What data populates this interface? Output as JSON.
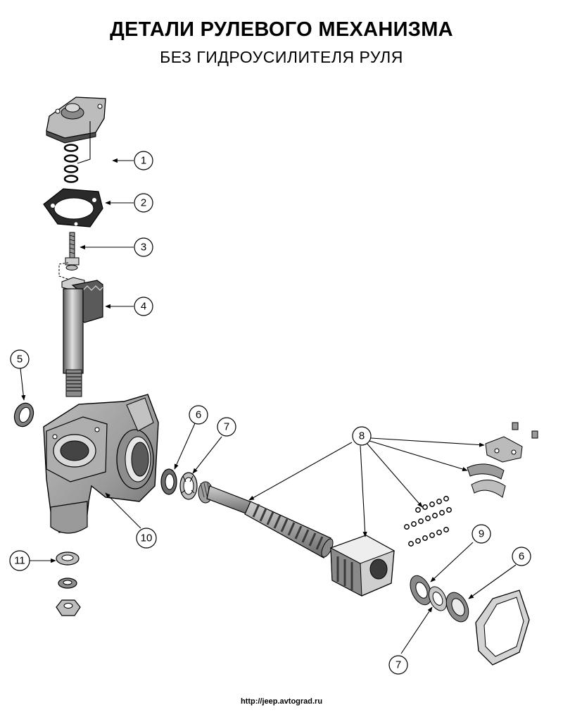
{
  "header": {
    "title": "ДЕТАЛИ РУЛЕВОГО МЕХАНИЗМА",
    "subtitle": "БЕЗ ГИДРОУСИЛИТЕЛЯ РУЛЯ"
  },
  "footer": {
    "url": "http://jeep.avtograd.ru"
  },
  "callouts": [
    {
      "label": "1"
    },
    {
      "label": "2"
    },
    {
      "label": "3"
    },
    {
      "label": "4"
    },
    {
      "label": "5"
    },
    {
      "label": "6"
    },
    {
      "label": "7"
    },
    {
      "label": "8"
    },
    {
      "label": "9"
    },
    {
      "label": "6"
    },
    {
      "label": "7"
    },
    {
      "label": "10"
    },
    {
      "label": "11"
    }
  ],
  "colors": {
    "part_light": "#d9d9d9",
    "part_mid": "#a6a6a6",
    "part_dark": "#6e6e6e",
    "outline": "#000000"
  }
}
